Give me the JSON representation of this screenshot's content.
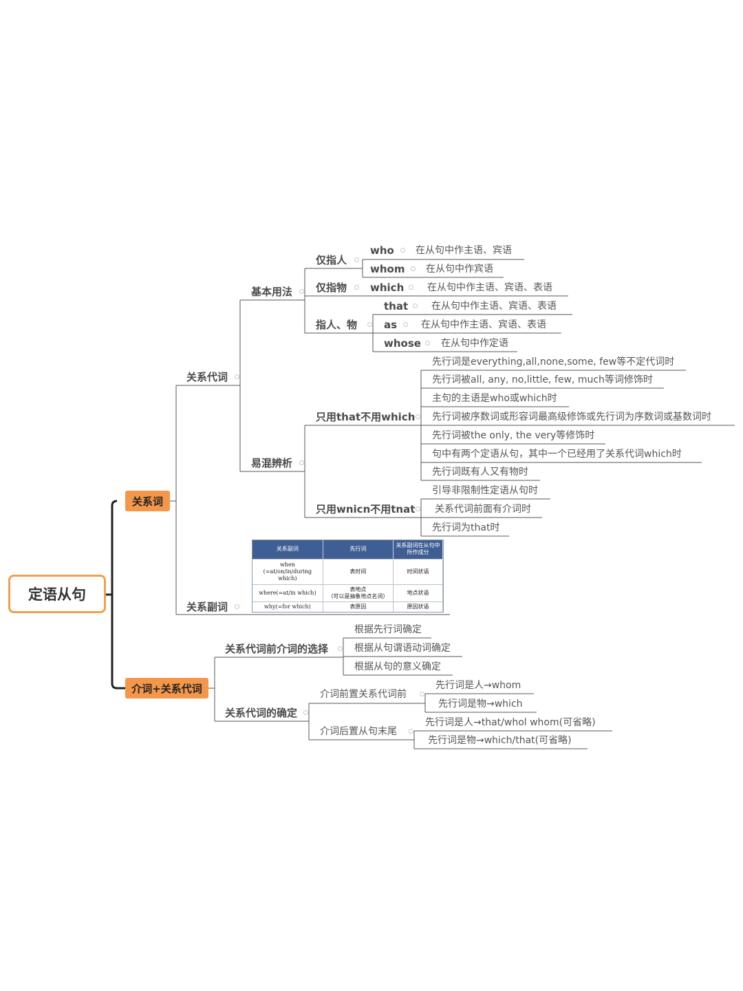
{
  "root": {
    "label": "定语从句"
  },
  "branch1": {
    "label": "关系词",
    "pronoun": {
      "label": "关系代词",
      "basic": {
        "label": "基本用法",
        "person": {
          "label": "仅指人",
          "items": [
            {
              "word": "who",
              "desc": "在从句中作主语、宾语"
            },
            {
              "word": "whom",
              "desc": "在从句中作宾语"
            }
          ]
        },
        "thing": {
          "label": "仅指物",
          "items": [
            {
              "word": "which",
              "desc": "在从句中作主语、宾语、表语"
            }
          ]
        },
        "both": {
          "label": "指人、物",
          "items": [
            {
              "word": "that",
              "desc": "在从句中作主语、宾语、表语"
            },
            {
              "word": "as",
              "desc": "在从句中作主语、宾语、表语"
            },
            {
              "word": "whose",
              "desc": "在从句中作定语"
            }
          ]
        }
      },
      "confusing": {
        "label": "易混辨析",
        "only_that": {
          "label": "只用that不用which",
          "items": [
            "先行词是everything,all,none,some, few等不定代词时",
            "先行词被all, any, no,little, few, much等词修饰时",
            "主句的主语是who或which时",
            "先行词被序数词或形容词最高级修饰或先行词为序数词或基数词时",
            "先行词被the only, the very等修饰时",
            "句中有两个定语从句，其中一个已经用了关系代词which时",
            "先行词既有人又有物时"
          ]
        },
        "only_which": {
          "label": "只用wnicn不用tnat",
          "items": [
            "引导非限制性定语从句时",
            "关系代词前面有介词时",
            "先行词为that时"
          ]
        }
      }
    },
    "adverb": {
      "label": "关系副词",
      "table": {
        "headers": [
          "关系副词",
          "先行词",
          "关系副词在从句中所作成分"
        ],
        "rows": [
          [
            "when\n(=at/on/in/during which)",
            "表时间",
            "时间状语"
          ],
          [
            "where(=at/in which)",
            "表地点\n（可以是抽象地点名词）",
            "地点状语"
          ],
          [
            "why(=for which)",
            "表原因",
            "原因状语"
          ]
        ]
      }
    }
  },
  "branch2": {
    "label": "介词+关系代词",
    "choice": {
      "label": "关系代词前介词的选择",
      "items": [
        "根据先行词确定",
        "根据从句谓语动词确定",
        "根据从句的意义确定"
      ]
    },
    "determine": {
      "label": "关系代词的确定",
      "front": {
        "label": "介词前置关系代词前",
        "items": [
          "先行词是人→whom",
          "先行词是物→which"
        ]
      },
      "end": {
        "label": "介词后置从句末尾",
        "items": [
          "先行词是人→that/whol whom(可省略)",
          "先行词是物→which/that(可省略)"
        ]
      }
    }
  },
  "colors": {
    "accent": "#f5974a",
    "root_border": "#f0a04b",
    "line": "#3a3a3a",
    "table_header": "#3f5f94"
  }
}
